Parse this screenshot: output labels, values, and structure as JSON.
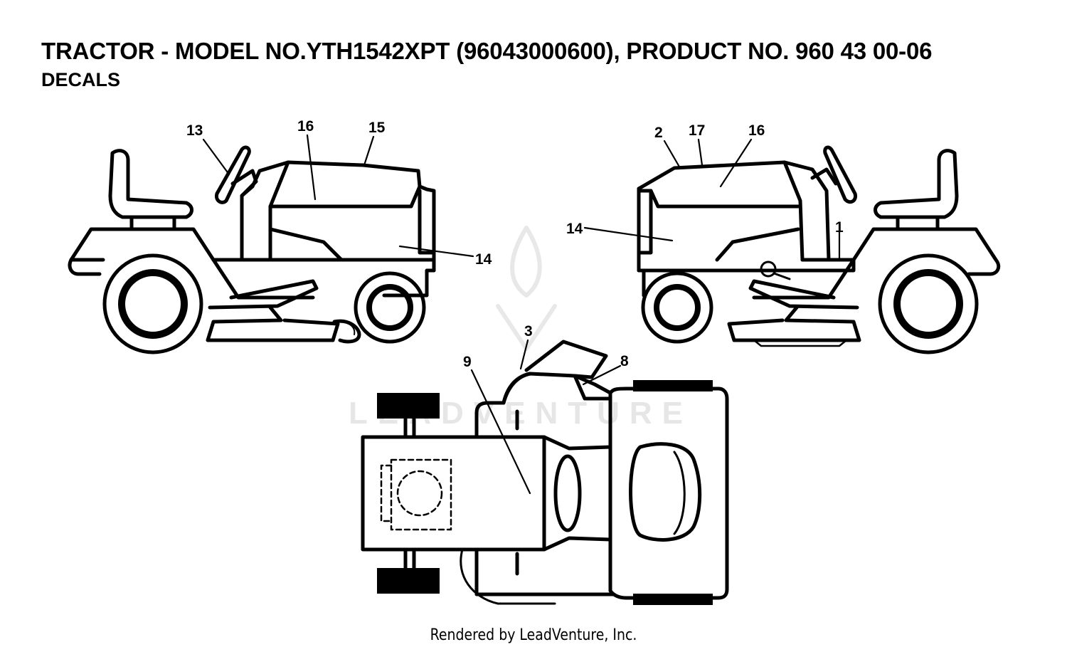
{
  "header": {
    "title": "TRACTOR - MODEL NO.YTH1542XPT (96043000600), PRODUCT NO. 960 43 00-06",
    "subtitle": "DECALS"
  },
  "watermark": {
    "text": "LEADVENTURE",
    "color": "#e6e6e6"
  },
  "footer": {
    "text": "Rendered by LeadVenture, Inc."
  },
  "callouts": {
    "left_view": [
      "13",
      "16",
      "15",
      "14"
    ],
    "right_view": [
      "2",
      "17",
      "16",
      "14",
      "1"
    ],
    "top_view": [
      "3",
      "8",
      "9"
    ]
  }
}
